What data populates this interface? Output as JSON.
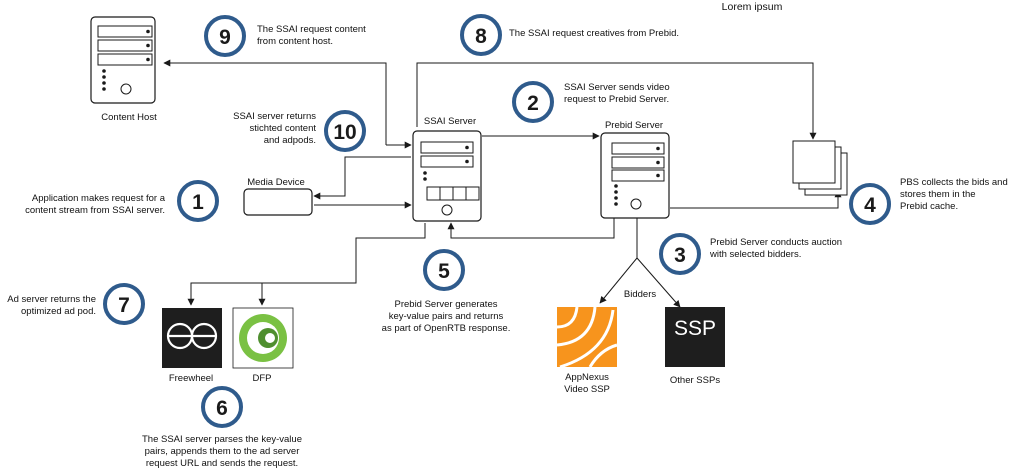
{
  "header_text": "Lorem ipsum",
  "nodes": {
    "content_host": "Content Host",
    "ssai_server": "SSAI Server",
    "prebid_server": "Prebid Server",
    "media_device": "Media Device",
    "freewheel": "Freewheel",
    "dfp": "DFP",
    "appnexus": [
      "AppNexus",
      "Video SSP"
    ],
    "other_ssps": "Other SSPs",
    "ssp_logo": "SSP",
    "bidders": "Bidders"
  },
  "steps": [
    {
      "num": "1",
      "lines": [
        "Application makes request for a",
        "content stream from SSAI server."
      ]
    },
    {
      "num": "2",
      "lines": [
        "SSAI Server sends video",
        "request to Prebid Server."
      ]
    },
    {
      "num": "3",
      "lines": [
        "Prebid Server conducts auction",
        "with selected bidders."
      ]
    },
    {
      "num": "4",
      "lines": [
        "PBS collects the bids and",
        "stores them in the",
        "Prebid cache."
      ]
    },
    {
      "num": "5",
      "lines": [
        "Prebid Server generates",
        "key-value pairs and returns",
        "as part of OpenRTB response."
      ]
    },
    {
      "num": "6",
      "lines": [
        "The SSAI server parses the key-value",
        "pairs, appends them  to the ad server",
        "request URL and  sends the request."
      ]
    },
    {
      "num": "7",
      "lines": [
        "Ad server returns the",
        "optimized ad pod."
      ]
    },
    {
      "num": "8",
      "lines": [
        "The SSAI request creatives from Prebid."
      ]
    },
    {
      "num": "9",
      "lines": [
        "The SSAI request content",
        "from content host."
      ]
    },
    {
      "num": "10",
      "lines": [
        "SSAI server returns",
        "stichted  content",
        "and adpods."
      ]
    }
  ],
  "colors": {
    "badge_stroke": "#2f5b8c",
    "appnexus_orange": "#f7941d",
    "dfp_green": "#7ac143",
    "logo_dark": "#1e1e1e"
  }
}
